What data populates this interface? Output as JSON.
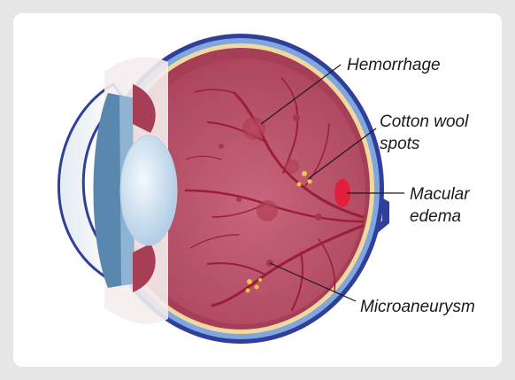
{
  "labels": {
    "hemorrhage": "Hemorrhage",
    "cotton_line1": "Cotton wool",
    "cotton_line2": "spots",
    "macular_line1": "Macular",
    "macular_line2": "edema",
    "microaneurysm": "Microaneurysm"
  },
  "colors": {
    "background": "#e6e6e6",
    "card": "#ffffff",
    "sclera_outer": "#2f3f9a",
    "sclera_mid": "#7fa6dd",
    "choroid": "#f1d8a0",
    "retina": "#a63e56",
    "vitreous": "#c25a70",
    "vessel": "#9b1d3a",
    "hemorrhage": "#b03a52",
    "exudate": "#f1c34a",
    "macula": "#e31f3b",
    "lens": "#cfe3f3",
    "cornea": "#f2f6fa",
    "iris": "#5a87ad"
  }
}
